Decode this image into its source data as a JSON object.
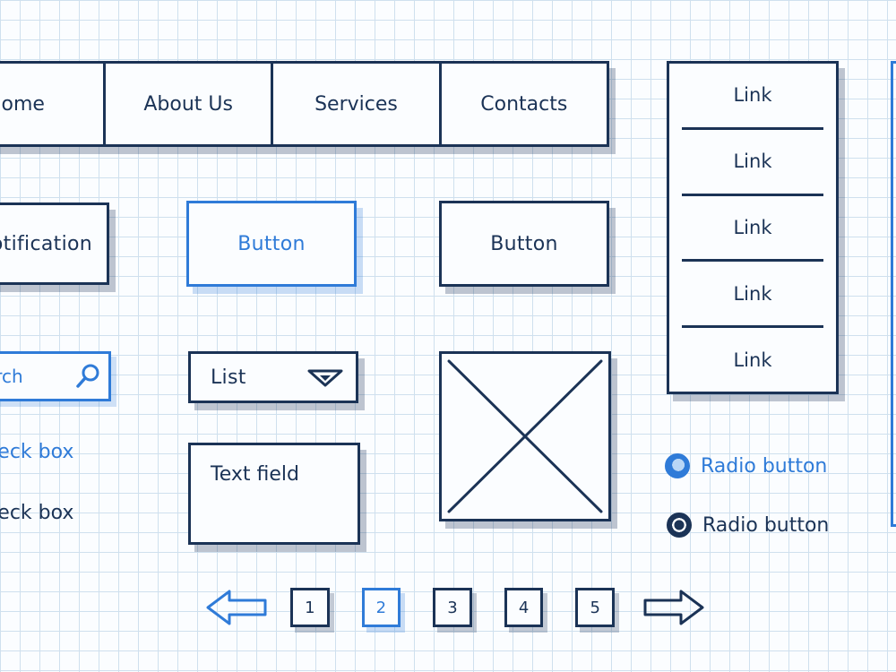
{
  "nav": {
    "items": [
      "Home",
      "About Us",
      "Services",
      "Contacts"
    ]
  },
  "links": [
    "Link",
    "Link",
    "Link",
    "Link",
    "Link"
  ],
  "buttons": {
    "notification": "Notification",
    "primary": "Button",
    "secondary": "Button"
  },
  "search": {
    "placeholder": "Search",
    "icon": "search-icon"
  },
  "dropdown": {
    "selected": "List",
    "icon": "chevron-down-icon"
  },
  "textfield": {
    "placeholder": "Text field"
  },
  "checkboxes": [
    {
      "label": "Check box"
    },
    {
      "label": "Check box"
    }
  ],
  "radios": [
    {
      "label": "Radio button"
    },
    {
      "label": "Radio button"
    }
  ],
  "pagination": {
    "pages": [
      "1",
      "2",
      "3",
      "4",
      "5"
    ],
    "active": "2"
  },
  "colors": {
    "ink": "#1b3356",
    "accent": "#2f7bd8",
    "grid": "#cfe0ee"
  }
}
